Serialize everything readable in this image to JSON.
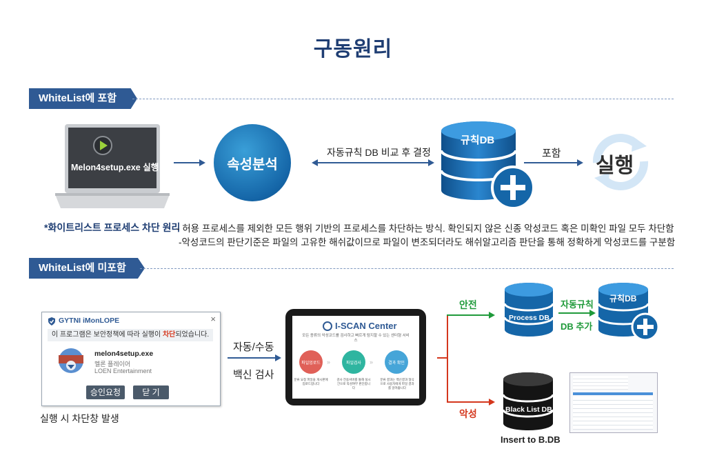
{
  "title": "구동원리",
  "section1": {
    "tag": "WhiteList에 포함",
    "laptop_label": "Melon4setup.exe 실행",
    "circle_label": "속성분석",
    "compare_label": "자동규칙 DB 비교 후 결정",
    "db_label": "규칙DB",
    "include_label": "포함",
    "execute_label": "실행",
    "principle_title": "*화이트리스트 프로세스 차단 원리",
    "principle_line1": "- 허용 프로세스를 제외한 모든 행위 기반의 프로세스를 차단하는 방식. 확인되지 않은 신종 악성코드 혹은 미확인 파일 모두 차단함",
    "principle_line2": "-악성코드의 판단기준은 파일의 고유한 해쉬값이므로 파일이 변조되더라도 해쉬알고리즘 판단을 통해 정확하게 악성코드를 구분함"
  },
  "section2": {
    "tag": "WhiteList에 미포함",
    "dialog": {
      "brand": "GYTNI iMonLOPE",
      "close": "×",
      "message_pre": "이 프로그램은 보안정책에 따라 실행이 ",
      "message_blocked": "차단",
      "message_post": "되었습니다.",
      "file_name": "melon4setup.exe",
      "file_desc": "멜론 플레이어",
      "file_company": "LOEN Entertainment",
      "approve_button": "승인요청",
      "close_button": "닫 기"
    },
    "dialog_caption": "실행 시 차단창 발생",
    "scan_label_1": "자동/수동",
    "scan_label_2": "백신 검사",
    "iscan": {
      "title": "I-SCAN Center",
      "subtitle": "모든 종류의 악성코드를 검사하고 빠르게 탐지할 수 있는 센터형 서비스",
      "step1": "파일업로드",
      "step2": "파일검사",
      "step3": "결과 확인",
      "desc1": "분류 요청 파일을 개시판에 업로드합니다",
      "desc2": "검사 전용서버를 통해 실시간으로 악성여부 판단합니다",
      "desc3": "분류 결과는 백신결과 형식으로 사용자에게 파일 결과를 알려줍니다"
    },
    "safe_label": "안전",
    "malicious_label": "악성",
    "process_db_label": "Process DB",
    "auto_rule_label": "자동규칙",
    "db_add_label": "DB 추가",
    "rule_db_label": "규칙DB",
    "blacklist_db_label": "Black List DB",
    "insert_label": "Insert to B.DB"
  },
  "colors": {
    "title": "#1f3e73",
    "tag": "#2f5a94",
    "db_blue": "#1566a8",
    "safe": "#1f9a3a",
    "malicious": "#d4361c"
  }
}
